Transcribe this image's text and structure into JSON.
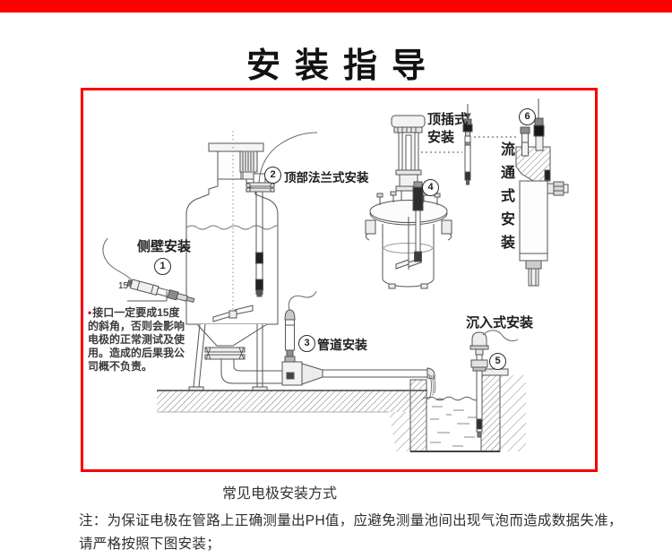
{
  "page": {
    "title": "安装指导",
    "caption": "常见电极安装方式",
    "note_line1": "注：为保证电极在管路上正确测量出PH值，应避免测量池间出现气泡而造成数据失准，",
    "note_line2": "请严格按照下图安装；"
  },
  "diagram": {
    "installations": [
      {
        "num": "1",
        "label": "侧壁安装"
      },
      {
        "num": "2",
        "label": "顶部法兰式安装"
      },
      {
        "num": "3",
        "label": "管道安装"
      },
      {
        "num": "4",
        "label": "顶插式安装",
        "label_line1": "顶插式",
        "label_line2": "安装"
      },
      {
        "num": "5",
        "label": "沉入式安装"
      },
      {
        "num": "6",
        "label": "流通式安装"
      }
    ],
    "angle_label": "15°",
    "wall_note": {
      "bullet": "•",
      "lines": [
        "接口一定要成15度",
        "的斜角，否则会影响",
        "电极的正常测试及使",
        "用。造成的后果我公",
        "司概不负责。"
      ]
    }
  },
  "colors": {
    "topbar_red": "#ff0000",
    "box_border_red": "#f80000",
    "line_art": "#555555",
    "ink": "#1d1d1d"
  }
}
